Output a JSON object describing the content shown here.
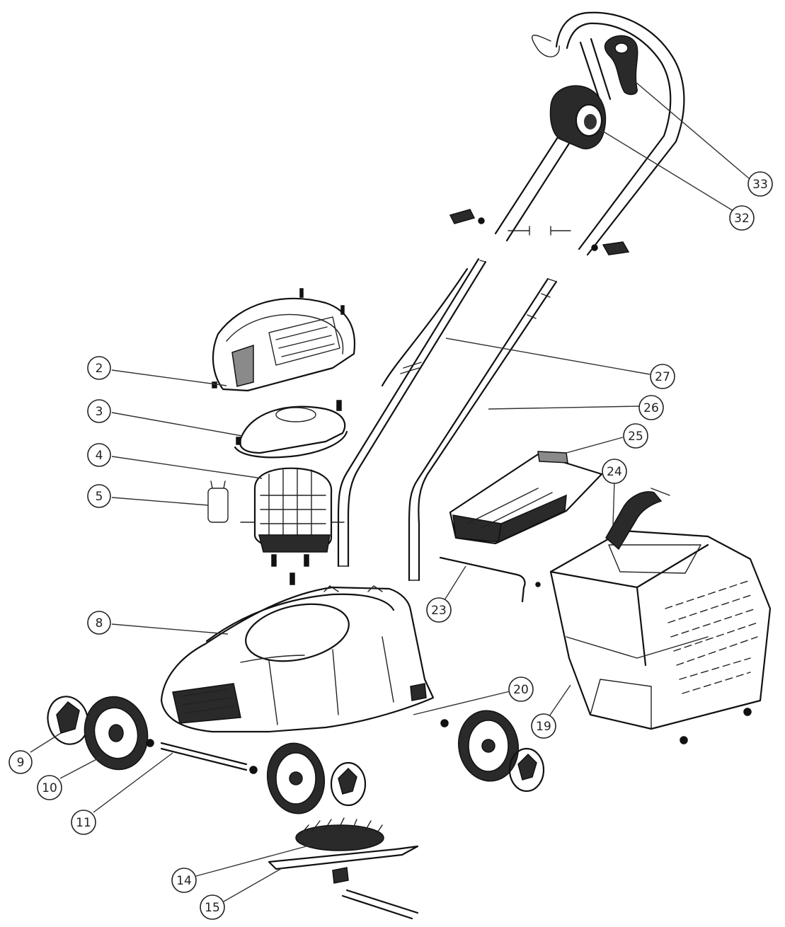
{
  "callouts": [
    {
      "id": "c2",
      "label": "2"
    },
    {
      "id": "c3",
      "label": "3"
    },
    {
      "id": "c4",
      "label": "4"
    },
    {
      "id": "c5",
      "label": "5"
    },
    {
      "id": "c8",
      "label": "8"
    },
    {
      "id": "c9",
      "label": "9"
    },
    {
      "id": "c10",
      "label": "10"
    },
    {
      "id": "c11",
      "label": "11"
    },
    {
      "id": "c14",
      "label": "14"
    },
    {
      "id": "c15",
      "label": "15"
    },
    {
      "id": "c19",
      "label": "19"
    },
    {
      "id": "c20",
      "label": "20"
    },
    {
      "id": "c23",
      "label": "23"
    },
    {
      "id": "c24",
      "label": "24"
    },
    {
      "id": "c25",
      "label": "25"
    },
    {
      "id": "c26",
      "label": "26"
    },
    {
      "id": "c27",
      "label": "27"
    },
    {
      "id": "c32",
      "label": "32"
    },
    {
      "id": "c33",
      "label": "33"
    }
  ],
  "parts": {
    "p2": "motor-cover",
    "p3": "fan-housing",
    "p4": "electric-motor",
    "p5": "capacitor",
    "p8": "deck-housing",
    "p9": "hub-cap",
    "p10": "front-wheel",
    "p11": "axle",
    "p14": "blade-fan",
    "p15": "cutting-blade",
    "p19": "grass-box-lower",
    "p20": "rear-wheel",
    "p23": "rear-axle-rod",
    "p24": "grass-box-handle",
    "p25": "grass-box-lid",
    "p26": "lower-handle-right",
    "p27": "lower-handle-left",
    "p32": "switch-box",
    "p33": "safety-lever"
  }
}
